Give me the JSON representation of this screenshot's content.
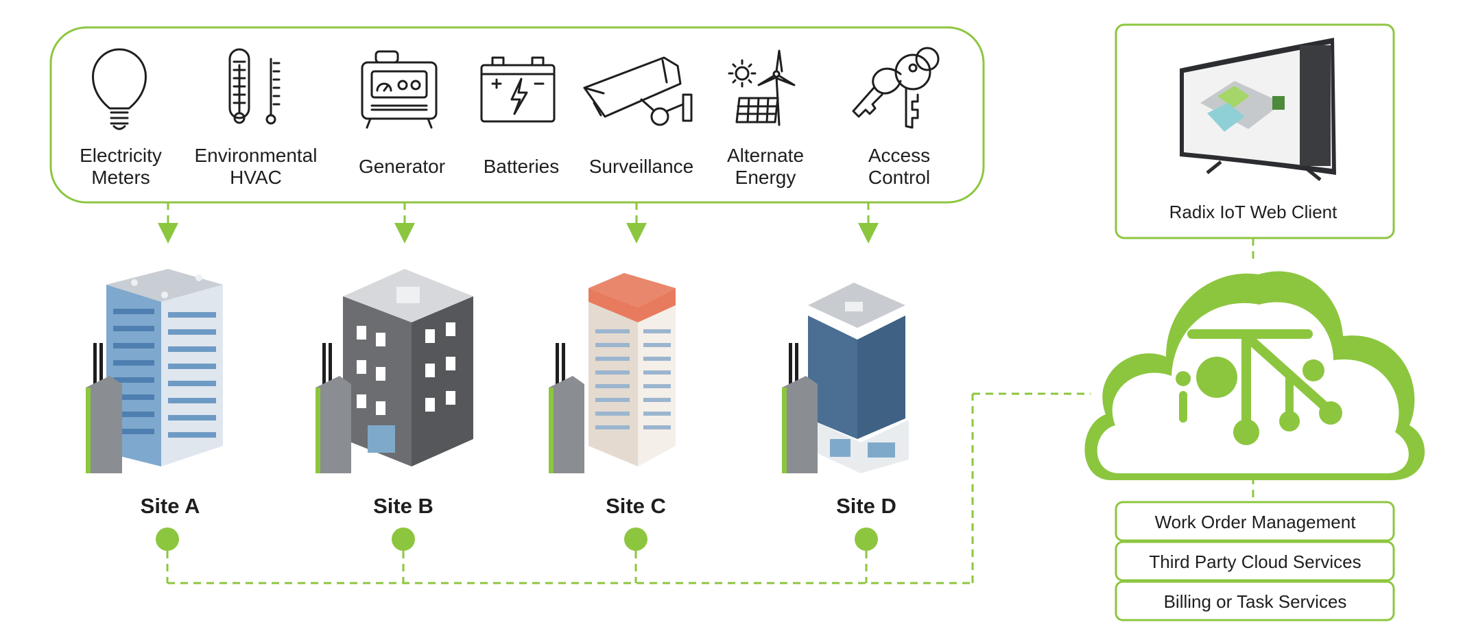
{
  "sensors": [
    {
      "icon": "lightbulb-icon",
      "line1": "Electricity",
      "line2": "Meters"
    },
    {
      "icon": "thermometer-icon",
      "line1": "Environmental",
      "line2": "HVAC"
    },
    {
      "icon": "generator-icon",
      "line1": "Generator",
      "line2": ""
    },
    {
      "icon": "battery-icon",
      "line1": "Batteries",
      "line2": ""
    },
    {
      "icon": "security-camera-icon",
      "line1": "Surveillance",
      "line2": ""
    },
    {
      "icon": "wind-solar-icon",
      "line1": "Alternate",
      "line2": "Energy"
    },
    {
      "icon": "keys-icon",
      "line1": "Access",
      "line2": "Control"
    }
  ],
  "sites": [
    "Site A",
    "Site B",
    "Site C",
    "Site D"
  ],
  "web_client": {
    "label": "Radix IoT Web Client"
  },
  "services": [
    "Work Order Management",
    "Third Party Cloud Services",
    "Billing or Task Services"
  ],
  "colors": {
    "accent": "#8cc63f",
    "text": "#1e1e1e",
    "cloud": "#8cc63f"
  }
}
